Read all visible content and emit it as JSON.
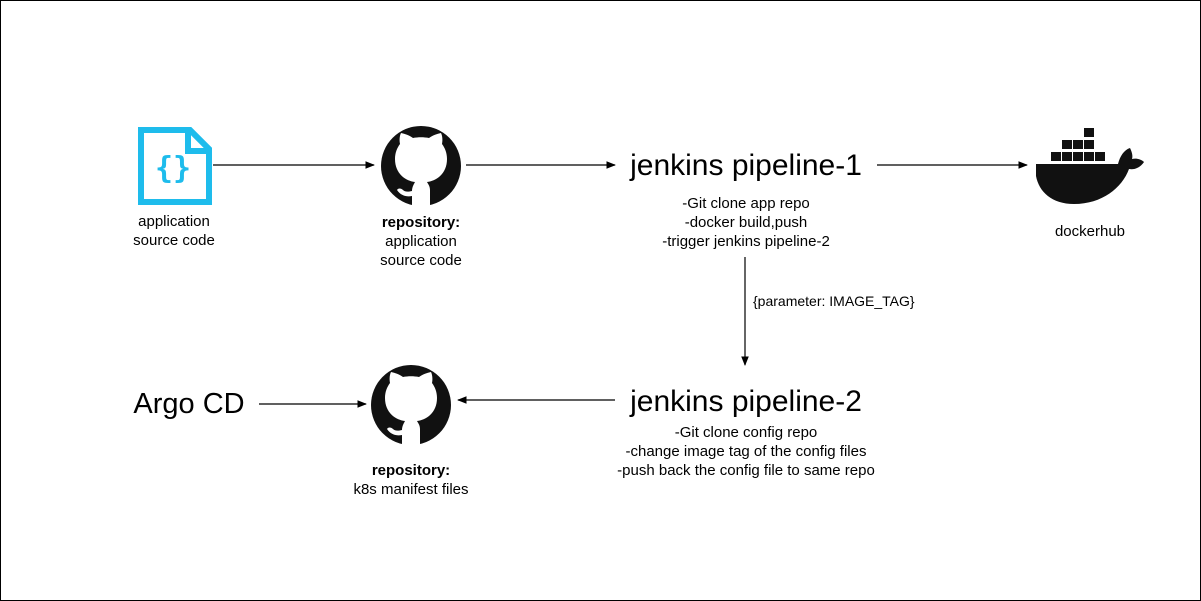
{
  "nodes": {
    "source": {
      "label_line1": "application",
      "label_line2": "source code"
    },
    "repo_app": {
      "title": "repository:",
      "line1": "application",
      "line2": "source code"
    },
    "pipeline1": {
      "title": "jenkins pipeline-1",
      "step1": "-Git clone app repo",
      "step2": "-docker build,push",
      "step3": "-trigger jenkins pipeline-2"
    },
    "dockerhub": {
      "label": "dockerhub"
    },
    "pipeline2": {
      "title": "jenkins pipeline-2",
      "step1": "-Git clone config repo",
      "step2": "-change image tag of the config files",
      "step3": "-push back the config file to same repo"
    },
    "repo_k8s": {
      "title": "repository:",
      "line1": "k8s manifest files"
    },
    "argocd": {
      "label": "Argo CD"
    }
  },
  "edges": {
    "trigger_param": "{parameter: IMAGE_TAG}"
  },
  "colors": {
    "source_icon": "#1ebcec",
    "github_icon": "#111111",
    "docker_icon": "#111111"
  },
  "icons": {
    "source": "source-code-file-icon",
    "repo_app": "github-icon",
    "repo_k8s": "github-icon",
    "dockerhub": "docker-whale-icon"
  }
}
